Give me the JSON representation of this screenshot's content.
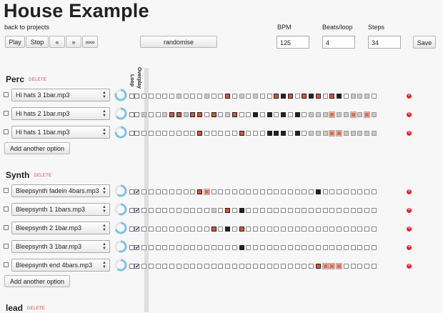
{
  "header": {
    "title": "House Example",
    "back_link": "back to projects"
  },
  "transport": {
    "play": "Play",
    "stop": "Stop",
    "rewind": "«",
    "forward": "»",
    "loop": "∞∞"
  },
  "randomise_label": "randomise",
  "settings": {
    "bpm_label": "BPM",
    "bpm_value": "125",
    "beats_label": "Beats/loop",
    "beats_value": "4",
    "steps_label": "Steps",
    "steps_value": "34",
    "save_label": "Save"
  },
  "columns": {
    "loop": "Loop",
    "overplay": "Overplay"
  },
  "delete_label": "DELETE",
  "add_option_label": "Add another option",
  "colors": {
    "loop_ring": "#7fc3e6",
    "active_step": "#d9533a",
    "dark_step": "#222222",
    "remove": "#ee2233"
  },
  "sections": [
    {
      "name": "Perc",
      "tracks": [
        {
          "sample": "Hi hats 3 1bar.mp3",
          "loop": 0.8,
          "overplay": false,
          "steps": [
            0,
            0,
            0,
            0,
            0,
            1,
            0,
            0,
            0,
            1,
            0,
            0,
            2,
            0,
            1,
            0,
            1,
            0,
            0,
            2,
            3,
            2,
            0,
            2,
            3,
            2,
            0,
            2,
            3,
            0,
            1,
            1,
            1,
            0
          ]
        },
        {
          "sample": "Hi hats 2 1bar.mp3",
          "loop": 0.65,
          "overplay": false,
          "steps": [
            1,
            0,
            0,
            1,
            2,
            2,
            1,
            2,
            2,
            0,
            2,
            0,
            1,
            2,
            0,
            0,
            3,
            0,
            3,
            0,
            3,
            0,
            3,
            0,
            1,
            1,
            1,
            4,
            1,
            1,
            4,
            1,
            4,
            1
          ]
        },
        {
          "sample": "Hi hats 1 1bar.mp3",
          "loop": 0.75,
          "overplay": false,
          "steps": [
            0,
            0,
            0,
            0,
            0,
            0,
            0,
            0,
            2,
            0,
            0,
            0,
            0,
            0,
            2,
            0,
            0,
            0,
            3,
            3,
            3,
            0,
            3,
            0,
            1,
            1,
            1,
            4,
            4,
            1,
            1,
            1,
            1,
            1
          ]
        }
      ]
    },
    {
      "name": "Synth",
      "tracks": [
        {
          "sample": "Bleepsynth fadein 4bars.mp3",
          "loop": 0.6,
          "overplay": true,
          "steps": [
            0,
            0,
            0,
            0,
            0,
            0,
            0,
            0,
            2,
            4,
            0,
            0,
            0,
            0,
            0,
            0,
            0,
            0,
            0,
            0,
            0,
            0,
            0,
            0,
            0,
            3,
            0,
            0,
            0,
            0,
            0,
            0,
            0,
            0
          ]
        },
        {
          "sample": "Bleepsynth 1 1bars.mp3",
          "loop": 0.55,
          "overplay": true,
          "steps": [
            0,
            0,
            0,
            0,
            0,
            0,
            0,
            0,
            0,
            0,
            1,
            0,
            2,
            0,
            3,
            0,
            0,
            0,
            0,
            0,
            0,
            0,
            0,
            0,
            0,
            0,
            0,
            0,
            0,
            0,
            0,
            0,
            0,
            0
          ]
        },
        {
          "sample": "Bleepsynth 2 1bar.mp3",
          "loop": 0.7,
          "overplay": true,
          "steps": [
            0,
            0,
            0,
            0,
            0,
            0,
            0,
            0,
            0,
            0,
            2,
            0,
            3,
            0,
            2,
            0,
            0,
            0,
            0,
            0,
            0,
            0,
            0,
            0,
            0,
            0,
            0,
            0,
            0,
            0,
            0,
            0,
            0,
            0
          ]
        },
        {
          "sample": "Bleepsynth 3 1bar.mp3",
          "loop": 0.55,
          "overplay": true,
          "steps": [
            0,
            0,
            0,
            0,
            0,
            0,
            0,
            0,
            0,
            0,
            0,
            0,
            0,
            0,
            3,
            0,
            0,
            0,
            0,
            0,
            0,
            0,
            0,
            0,
            0,
            0,
            0,
            0,
            0,
            0,
            0,
            0,
            0,
            0
          ]
        },
        {
          "sample": "Bleepsynth end 4bars.mp3",
          "loop": 0.6,
          "overplay": true,
          "steps": [
            0,
            0,
            0,
            0,
            0,
            0,
            0,
            0,
            0,
            0,
            0,
            0,
            0,
            0,
            0,
            0,
            0,
            0,
            0,
            0,
            0,
            0,
            0,
            0,
            0,
            2,
            4,
            4,
            4,
            0,
            0,
            0,
            0,
            0
          ]
        }
      ]
    },
    {
      "name": "lead",
      "tracks": []
    }
  ]
}
